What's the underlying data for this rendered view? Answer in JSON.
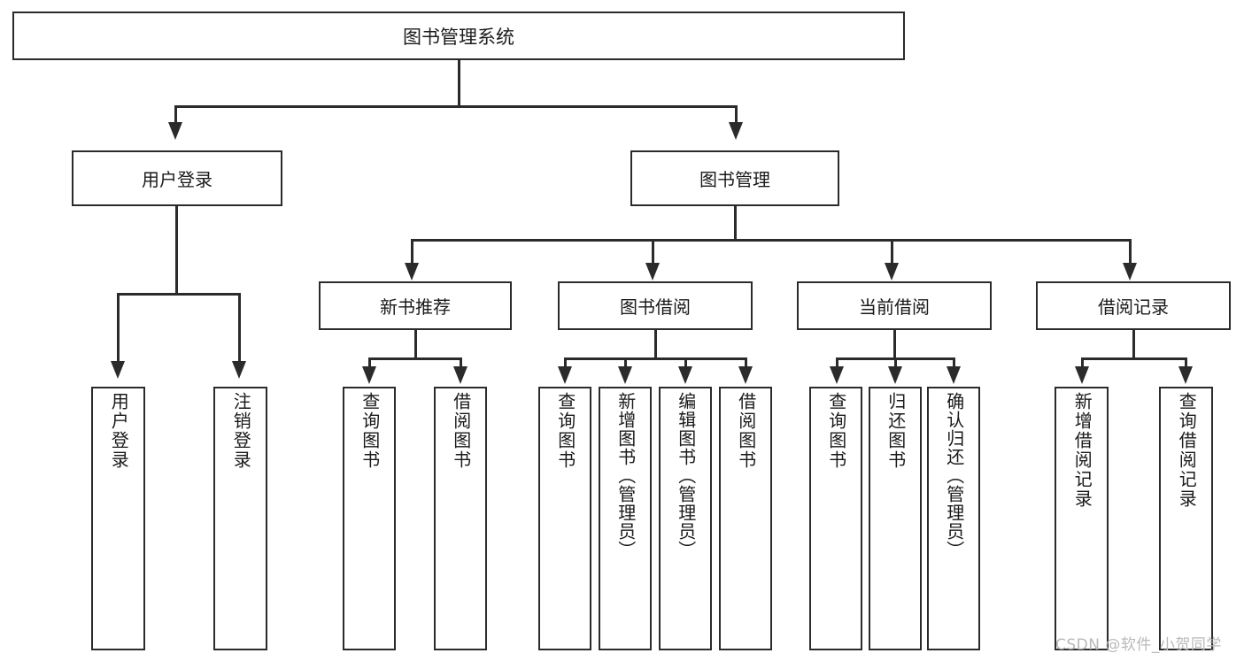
{
  "diagram": {
    "title": "图书管理系统",
    "type": "hierarchy-tree",
    "root": {
      "label": "图书管理系统"
    },
    "level1": [
      {
        "label": "用户登录"
      },
      {
        "label": "图书管理"
      }
    ],
    "level2": [
      {
        "label": "新书推荐"
      },
      {
        "label": "图书借阅"
      },
      {
        "label": "当前借阅"
      },
      {
        "label": "借阅记录"
      }
    ],
    "leaves": {
      "user_login": [
        {
          "label": "用户登录"
        },
        {
          "label": "注销登录"
        }
      ],
      "new_book_recommend": [
        {
          "label": "查询图书"
        },
        {
          "label": "借阅图书"
        }
      ],
      "book_borrow": [
        {
          "label": "查询图书"
        },
        {
          "label": "新增图书（管理员）"
        },
        {
          "label": "编辑图书（管理员）"
        },
        {
          "label": "借阅图书"
        }
      ],
      "current_borrow": [
        {
          "label": "查询图书"
        },
        {
          "label": "归还图书"
        },
        {
          "label": "确认归还（管理员）"
        }
      ],
      "borrow_record": [
        {
          "label": "新增借阅记录"
        },
        {
          "label": "查询借阅记录"
        }
      ]
    }
  },
  "watermark": {
    "text": "CSDN @软件_小贺同学"
  },
  "colors": {
    "stroke": "#2b2b2b",
    "background": "#ffffff",
    "text": "#1a1a1a",
    "watermark": "#b9b9b9"
  }
}
